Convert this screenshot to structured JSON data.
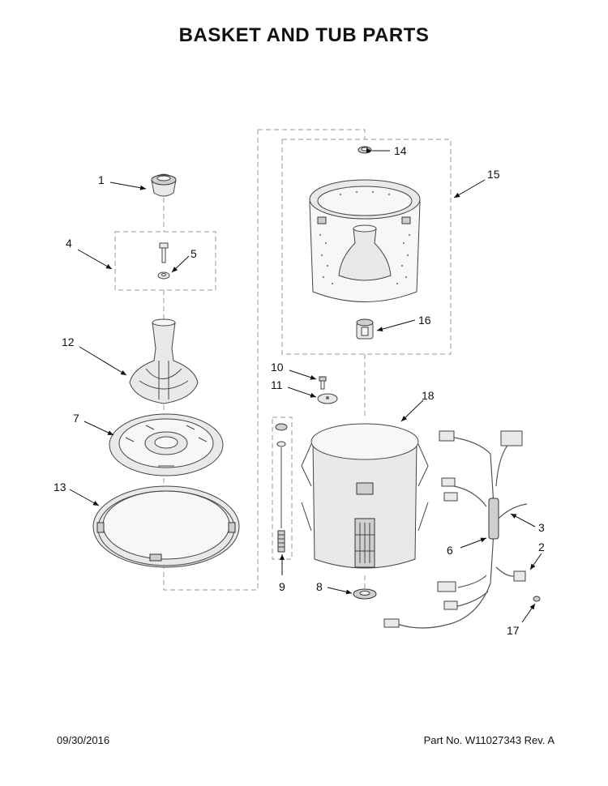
{
  "title": "BASKET AND TUB PARTS",
  "callouts": {
    "c1": "1",
    "c2": "2",
    "c3": "3",
    "c4": "4",
    "c5": "5",
    "c6": "6",
    "c7": "7",
    "c8": "8",
    "c9": "9",
    "c10": "10",
    "c11": "11",
    "c12": "12",
    "c13": "13",
    "c14": "14",
    "c15": "15",
    "c16": "16",
    "c17": "17",
    "c18": "18"
  },
  "footer": {
    "date": "09/30/2016",
    "part_number": "Part No. W11027343  Rev. A"
  }
}
